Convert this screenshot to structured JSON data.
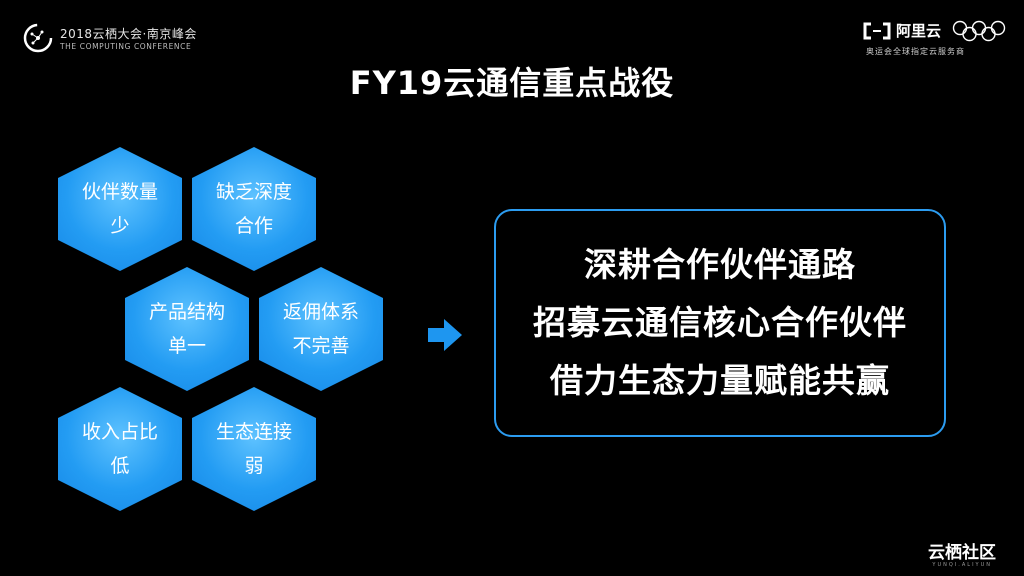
{
  "header": {
    "conference": {
      "line1": "2018云栖大会·南京峰会",
      "line2": "THE COMPUTING CONFERENCE"
    },
    "brand": {
      "name": "阿里云",
      "subtitle": "奥运会全球指定云服务商"
    }
  },
  "title": "FY19云通信重点战役",
  "problems": [
    {
      "text": "伙伴数量少"
    },
    {
      "text": "缺乏深度合作"
    },
    {
      "text": "产品结构单一"
    },
    {
      "text": "返佣体系不完善"
    },
    {
      "text": "收入占比低"
    },
    {
      "text": "生态连接弱"
    }
  ],
  "solution": {
    "lines": [
      "深耕合作伙伴通路",
      "招募云通信核心合作伙伴",
      "借力生态力量赋能共赢"
    ]
  },
  "footer": {
    "community": "云栖社区",
    "community_sub": "YUNQI.ALIYUN"
  },
  "colors": {
    "background": "#000000",
    "accent": "#1e96f0",
    "box_border": "#2c9cf0",
    "text": "#ffffff"
  },
  "icons": [
    "conference-logo-icon",
    "aliyun-logo-icon",
    "olympic-rings-icon",
    "right-arrow-icon"
  ]
}
